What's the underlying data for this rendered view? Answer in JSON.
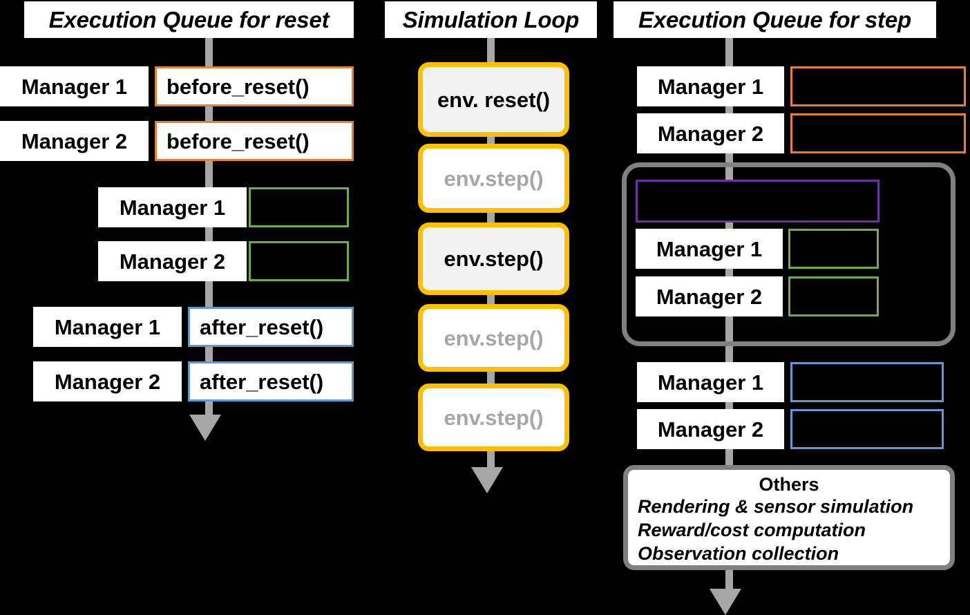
{
  "colors": {
    "background": "#000000",
    "spine": "#A6A6A6",
    "orange": "#ED7D31",
    "green": "#70AD47",
    "blue": "#5B9BD5",
    "purple": "#7030A0",
    "gold": "#FFC000",
    "grey_group": "#808080",
    "dim_text": "#A6A6A6",
    "plate_bg": "#FFFFFF"
  },
  "columns": {
    "reset_queue": {
      "title": "Execution Queue for reset",
      "groups": [
        {
          "name": "before-reset-group",
          "accent": "#ED7D31",
          "rows": [
            {
              "manager": "Manager 1",
              "call": "before_reset()"
            },
            {
              "manager": "Manager 2",
              "call": "before_reset()"
            }
          ]
        },
        {
          "name": "reset-group",
          "accent": "#70AD47",
          "rows": [
            {
              "manager": "Manager 1",
              "call": ""
            },
            {
              "manager": "Manager 2",
              "call": ""
            }
          ]
        },
        {
          "name": "after-reset-group",
          "accent": "#5B9BD5",
          "rows": [
            {
              "manager": "Manager 1",
              "call": "after_reset()"
            },
            {
              "manager": "Manager 2",
              "call": "after_reset()"
            }
          ]
        }
      ]
    },
    "simulation_loop": {
      "title": "Simulation Loop",
      "steps": [
        {
          "label": "env. reset()",
          "state": "active"
        },
        {
          "label": "env.step()",
          "state": "dim"
        },
        {
          "label": "env.step()",
          "state": "active"
        },
        {
          "label": "env.step()",
          "state": "dim"
        },
        {
          "label": "env.step()",
          "state": "dim"
        }
      ]
    },
    "step_queue": {
      "title": "Execution Queue for step",
      "groups": [
        {
          "name": "before-step-group",
          "accent": "#ED7D31",
          "rows": [
            {
              "manager": "Manager 1",
              "call": ""
            },
            {
              "manager": "Manager 2",
              "call": ""
            }
          ]
        },
        {
          "name": "physics-step-group",
          "accent": "#808080",
          "banner": {
            "label": "",
            "accent": "#7030A0"
          },
          "rows": [
            {
              "manager": "Manager 1",
              "call": ""
            },
            {
              "manager": "Manager 2",
              "call": ""
            }
          ],
          "rows_accent": "#70AD47"
        },
        {
          "name": "after-step-group",
          "accent": "#5B9BD5",
          "rows": [
            {
              "manager": "Manager 1",
              "call": ""
            },
            {
              "manager": "Manager 2",
              "call": ""
            }
          ]
        }
      ],
      "others": {
        "heading": "Others",
        "lines": [
          "Rendering & sensor simulation",
          "Reward/cost computation",
          "Observation collection"
        ]
      }
    }
  }
}
